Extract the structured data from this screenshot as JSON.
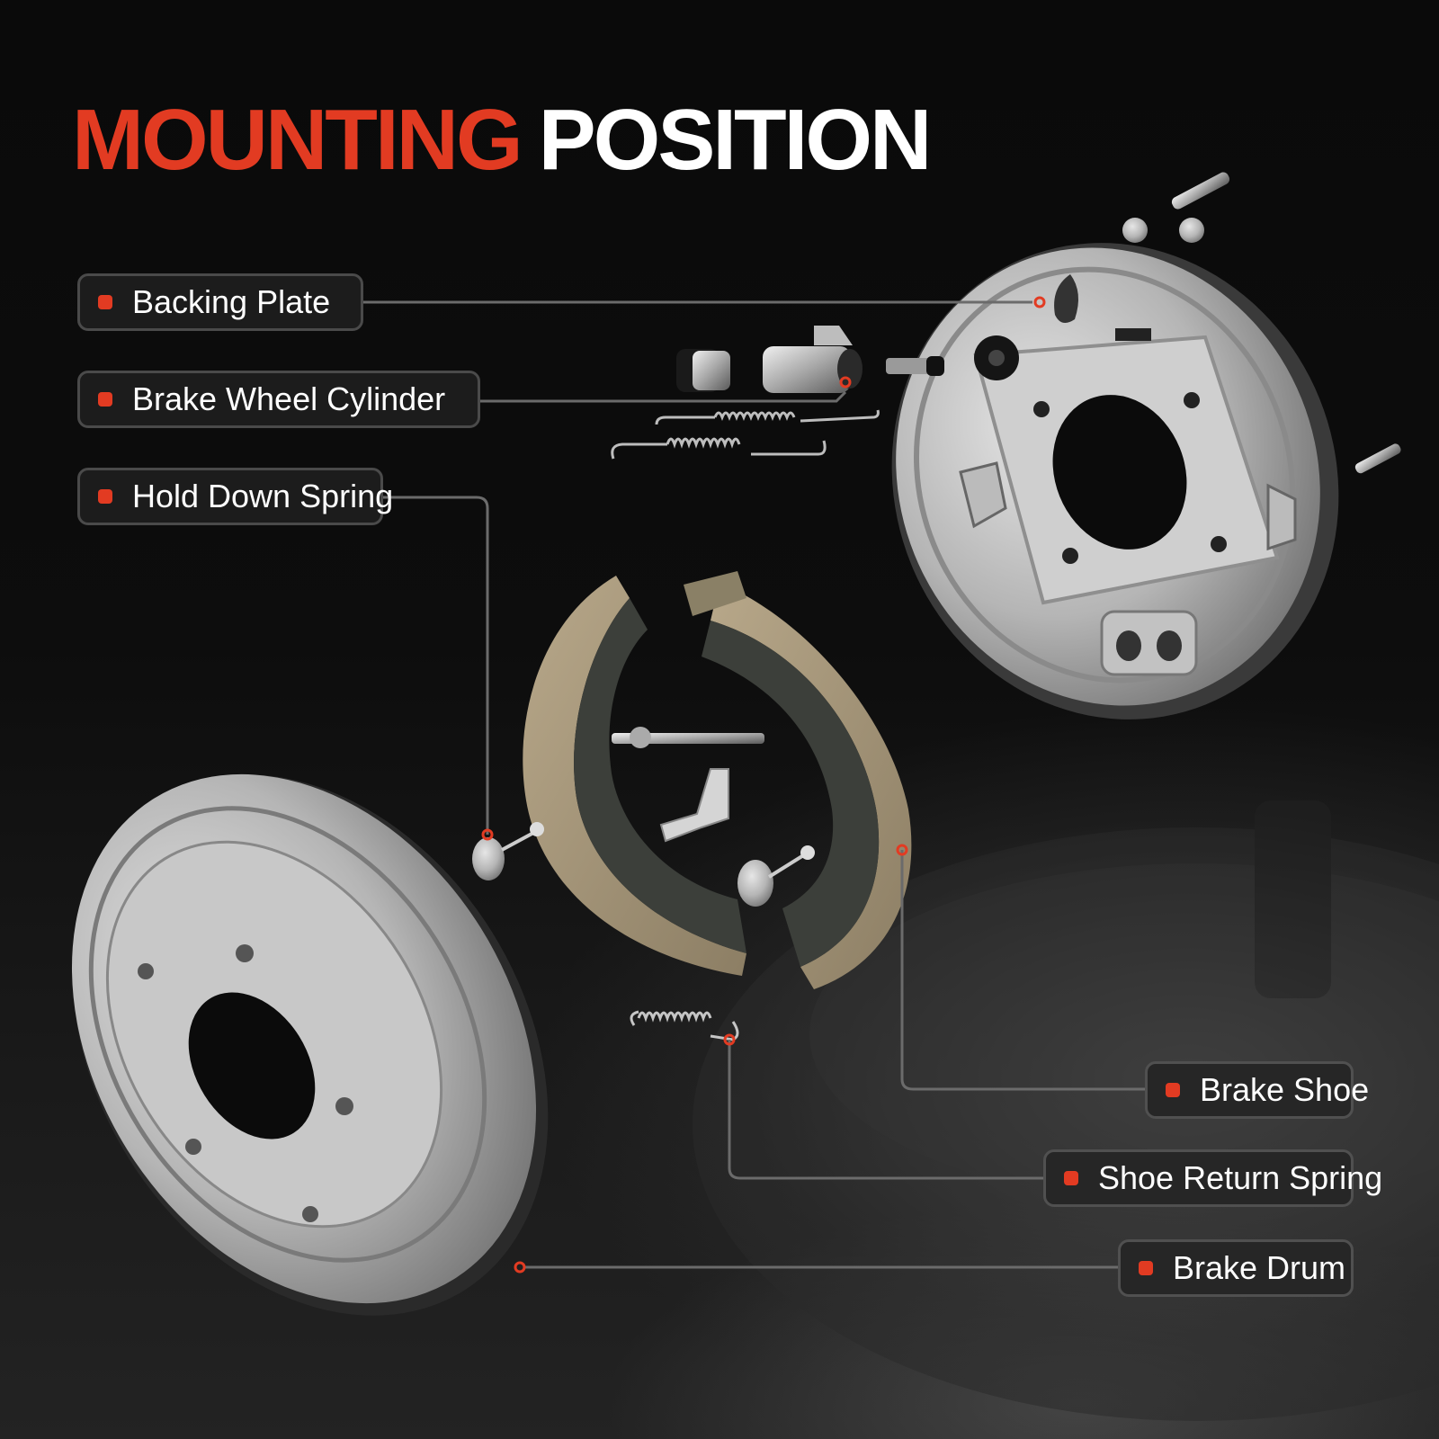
{
  "title": {
    "highlight": "MOUNTING",
    "rest": "POSITION",
    "highlight_color": "#e23b22",
    "rest_color": "#ffffff"
  },
  "accent_color": "#e23b22",
  "labels": [
    {
      "id": "backing-plate",
      "text": "Backing Plate"
    },
    {
      "id": "brake-wheel-cylinder",
      "text": "Brake Wheel Cylinder"
    },
    {
      "id": "hold-down-spring",
      "text": "Hold Down Spring"
    },
    {
      "id": "brake-shoe",
      "text": "Brake Shoe"
    },
    {
      "id": "shoe-return-spring",
      "text": "Shoe Return Spring"
    },
    {
      "id": "brake-drum",
      "text": "Brake Drum"
    }
  ],
  "parts_depicted": [
    "brake-drum",
    "brake-shoe-pair",
    "adjuster",
    "parking-brake-lever",
    "hold-down-spring",
    "shoe-return-springs",
    "wheel-cylinder",
    "backing-plate",
    "bolts",
    "bleeder-screw"
  ]
}
